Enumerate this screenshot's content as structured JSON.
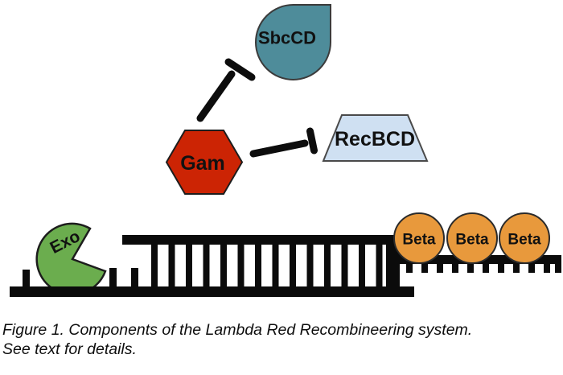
{
  "figure": {
    "caption_line1": "Figure 1. Components of the Lambda Red Recombineering system.",
    "caption_line2": "See text for details."
  },
  "nodes": {
    "sbccd": {
      "label": "SbcCD",
      "color": "#4e8c9a"
    },
    "gam": {
      "label": "Gam",
      "color": "#cc2404"
    },
    "recbcd": {
      "label": "RecBCD",
      "color": "#cfe0f2"
    },
    "exo": {
      "label": "Exo",
      "color": "#6bad4e"
    },
    "beta": {
      "label": "Beta",
      "color": "#e8993c"
    }
  },
  "colors": {
    "dna": "#0b0b0b",
    "arrow": "#0d0d0d",
    "outline": "#222222"
  }
}
